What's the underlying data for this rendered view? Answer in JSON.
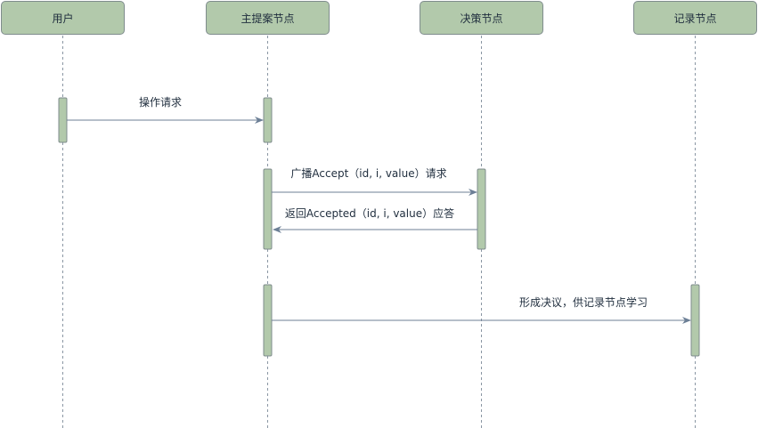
{
  "participants": {
    "user": "用户",
    "proposer": "主提案节点",
    "decision": "决策节点",
    "recorder": "记录节点"
  },
  "messages": {
    "operation_request": "操作请求",
    "broadcast_accept": "广播Accept（id, i, value）请求",
    "return_accepted": "返回Accepted（id, i, value）应答",
    "form_resolution": "形成决议，供记录节点学习"
  },
  "colors": {
    "box_fill": "#b2c9ab",
    "box_border": "#7f8c8d",
    "lifeline": "#8a96a3",
    "arrow": "#6c7f96",
    "text": "#1f2d3d"
  }
}
